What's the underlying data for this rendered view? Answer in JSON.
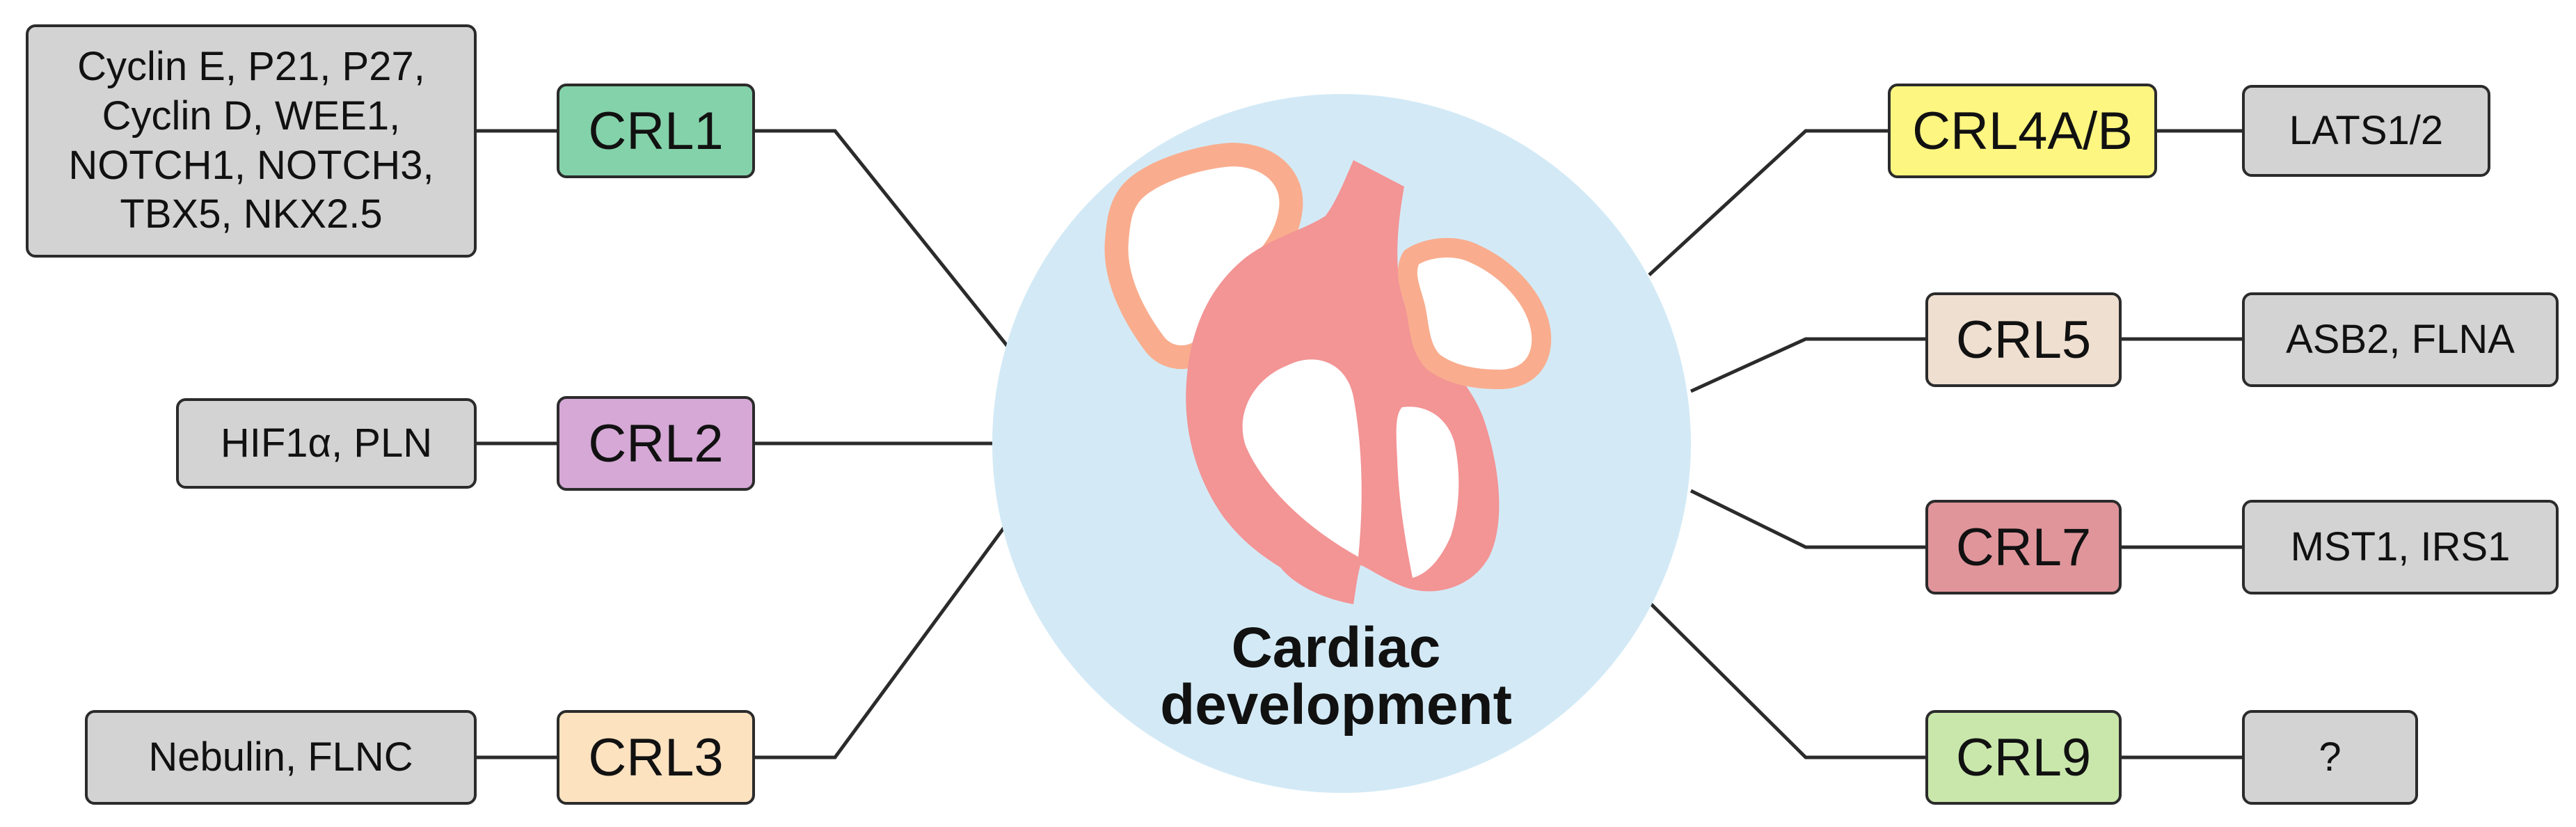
{
  "center": {
    "title_line1": "Cardiac",
    "title_line2": "development",
    "icon": "heart-icon",
    "colors": {
      "circle": "#d3eaf6",
      "heart": "#f39495",
      "atrium_outline": "#f9ad8e"
    }
  },
  "crls": [
    {
      "id": "crl1",
      "label": "CRL1",
      "color": "#84d2aa",
      "targets": "Cyclin E, P21, P27, Cyclin D, WEE1, NOTCH1, NOTCH3, TBX5, NKX2.5",
      "target_lines": [
        "Cyclin E, P21, P27,",
        "Cyclin D, WEE1,",
        "NOTCH1, NOTCH3,",
        "TBX5, NKX2.5"
      ]
    },
    {
      "id": "crl2",
      "label": "CRL2",
      "color": "#d5a8d6",
      "targets": "HIF1α, PLN"
    },
    {
      "id": "crl3",
      "label": "CRL3",
      "color": "#fde2c0",
      "targets": "Nebulin, FLNC"
    },
    {
      "id": "crl4",
      "label": "CRL4A/B",
      "color": "#fdf680",
      "targets": "LATS1/2"
    },
    {
      "id": "crl5",
      "label": "CRL5",
      "color": "#efdfd0",
      "targets": "ASB2, FLNA"
    },
    {
      "id": "crl7",
      "label": "CRL7",
      "color": "#e0959b",
      "targets": "MST1, IRS1"
    },
    {
      "id": "crl9",
      "label": "CRL9",
      "color": "#c9e7ab",
      "targets": "?"
    }
  ]
}
